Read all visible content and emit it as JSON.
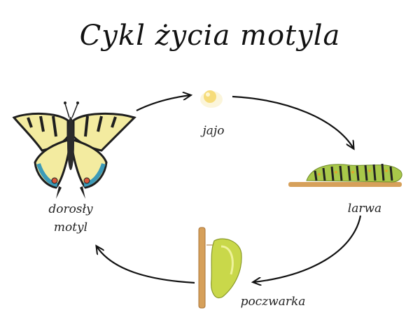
{
  "title": "Cykl życia motyla",
  "stages": {
    "egg": "jajo",
    "larva": "larwa",
    "pupa": "poczwarka",
    "adult_line1": "dorosły",
    "adult_line2": "motyl"
  },
  "colors": {
    "line": "#111111",
    "egg": "#f6dc7a",
    "wing_yellow": "#f3eba0",
    "wing_black": "#1e1e1e",
    "wing_blue": "#3c9ab8",
    "wing_red": "#d9583a",
    "caterpillar_green": "#a8c84a",
    "pupa_green": "#c9d84a",
    "branch": "#d6a05a"
  }
}
